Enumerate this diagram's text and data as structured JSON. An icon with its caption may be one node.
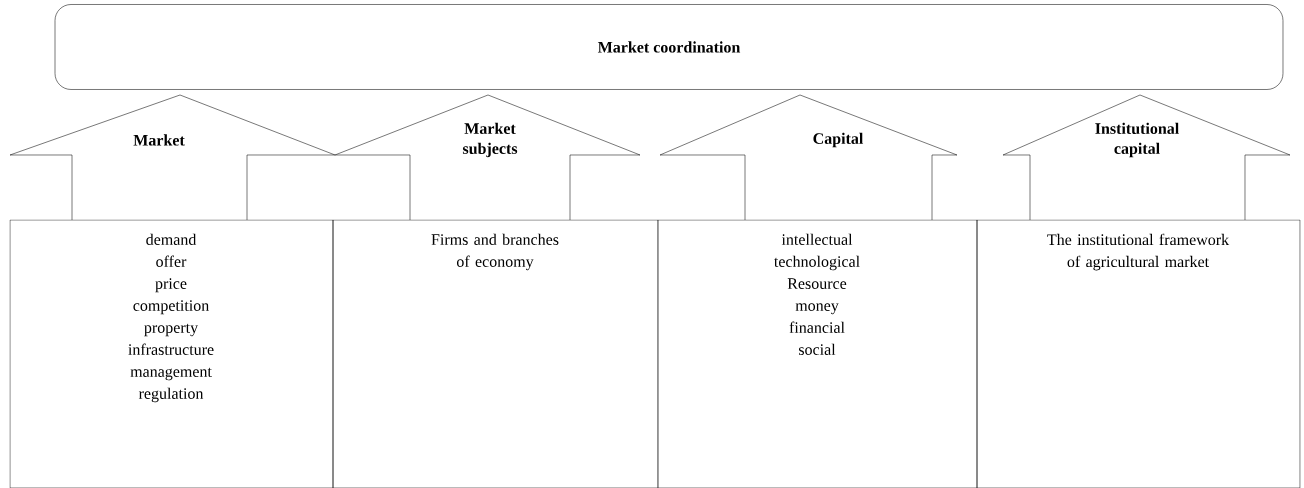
{
  "diagram": {
    "nodes": [
      {
        "text": [
          "Market coordination"
        ]
      },
      {
        "text": [
          "Market"
        ]
      },
      {
        "text": [
          "Market subjects"
        ]
      },
      {
        "text": [
          "Capital"
        ]
      },
      {
        "text": [
          "Institutional capital"
        ]
      },
      {
        "text": [
          "demand",
          "offer",
          "price",
          "competition",
          "property",
          "infrastructure",
          "management",
          "regulation"
        ]
      },
      {
        "text": [
          "Firms and branches of economy"
        ]
      },
      {
        "text": [
          "intellectual",
          "technological",
          "Resource",
          "money",
          "financial",
          "social"
        ]
      },
      {
        "text": [
          "The institutional framework of agricultural market"
        ]
      }
    ]
  }
}
